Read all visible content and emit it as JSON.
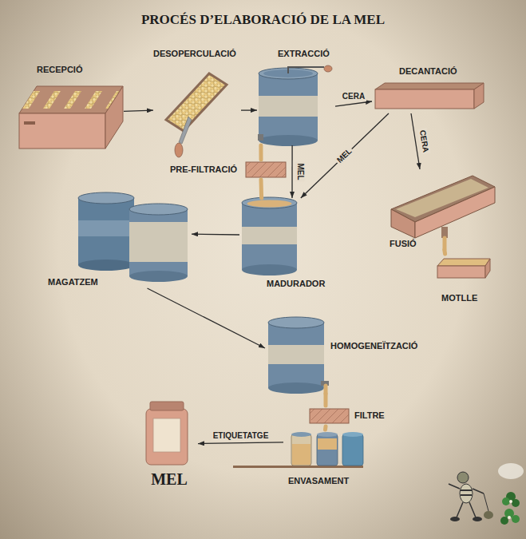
{
  "diagram": {
    "title": "PROCÉS D’ELABORACIÓ DE LA MEL",
    "nodes": [
      {
        "text": [
          "RECEPCIÓ"
        ]
      },
      {
        "text": [
          "DESOPERCULACIÓ"
        ]
      },
      {
        "text": [
          "EXTRACCIÓ"
        ]
      },
      {
        "text": [
          "DECANTACIÓ"
        ]
      },
      {
        "text": [
          "PRE-FILTRACIÓ"
        ]
      },
      {
        "text": [
          "MADURADOR"
        ]
      },
      {
        "text": [
          "MAGATZEM"
        ]
      },
      {
        "text": [
          "FUSIÓ"
        ]
      },
      {
        "text": [
          "MOTLLE"
        ]
      },
      {
        "text": [
          "HOMOGENEÏTZACIÓ"
        ]
      },
      {
        "text": [
          "FILTRE"
        ]
      },
      {
        "text": [
          "ENVASAMENT"
        ]
      },
      {
        "text": [
          "MEL"
        ]
      }
    ],
    "edges": [
      {
        "from": 0,
        "to": 1,
        "arrow": "to"
      },
      {
        "from": 1,
        "to": 2,
        "arrow": "to"
      },
      {
        "from": 2,
        "to": 3,
        "label": "CERA",
        "arrow": "to"
      },
      {
        "from": 2,
        "to": 4,
        "arrow": "none"
      },
      {
        "from": 4,
        "to": 5,
        "arrow": "none"
      },
      {
        "from": 2,
        "to": 5,
        "label": "MEL",
        "arrow": "to"
      },
      {
        "from": 3,
        "to": 5,
        "label": "MEL",
        "arrow": "to"
      },
      {
        "from": 3,
        "to": 7,
        "label": "CERA",
        "arrow": "to"
      },
      {
        "from": 7,
        "to": 8,
        "arrow": "none"
      },
      {
        "from": 5,
        "to": 6,
        "arrow": "to"
      },
      {
        "from": 6,
        "to": 9,
        "arrow": "to"
      },
      {
        "from": 9,
        "to": 10,
        "arrow": "none"
      },
      {
        "from": 10,
        "to": 11,
        "arrow": "none"
      },
      {
        "from": 11,
        "to": 12,
        "label": "ETIQUETATGE",
        "arrow": "to"
      }
    ]
  }
}
